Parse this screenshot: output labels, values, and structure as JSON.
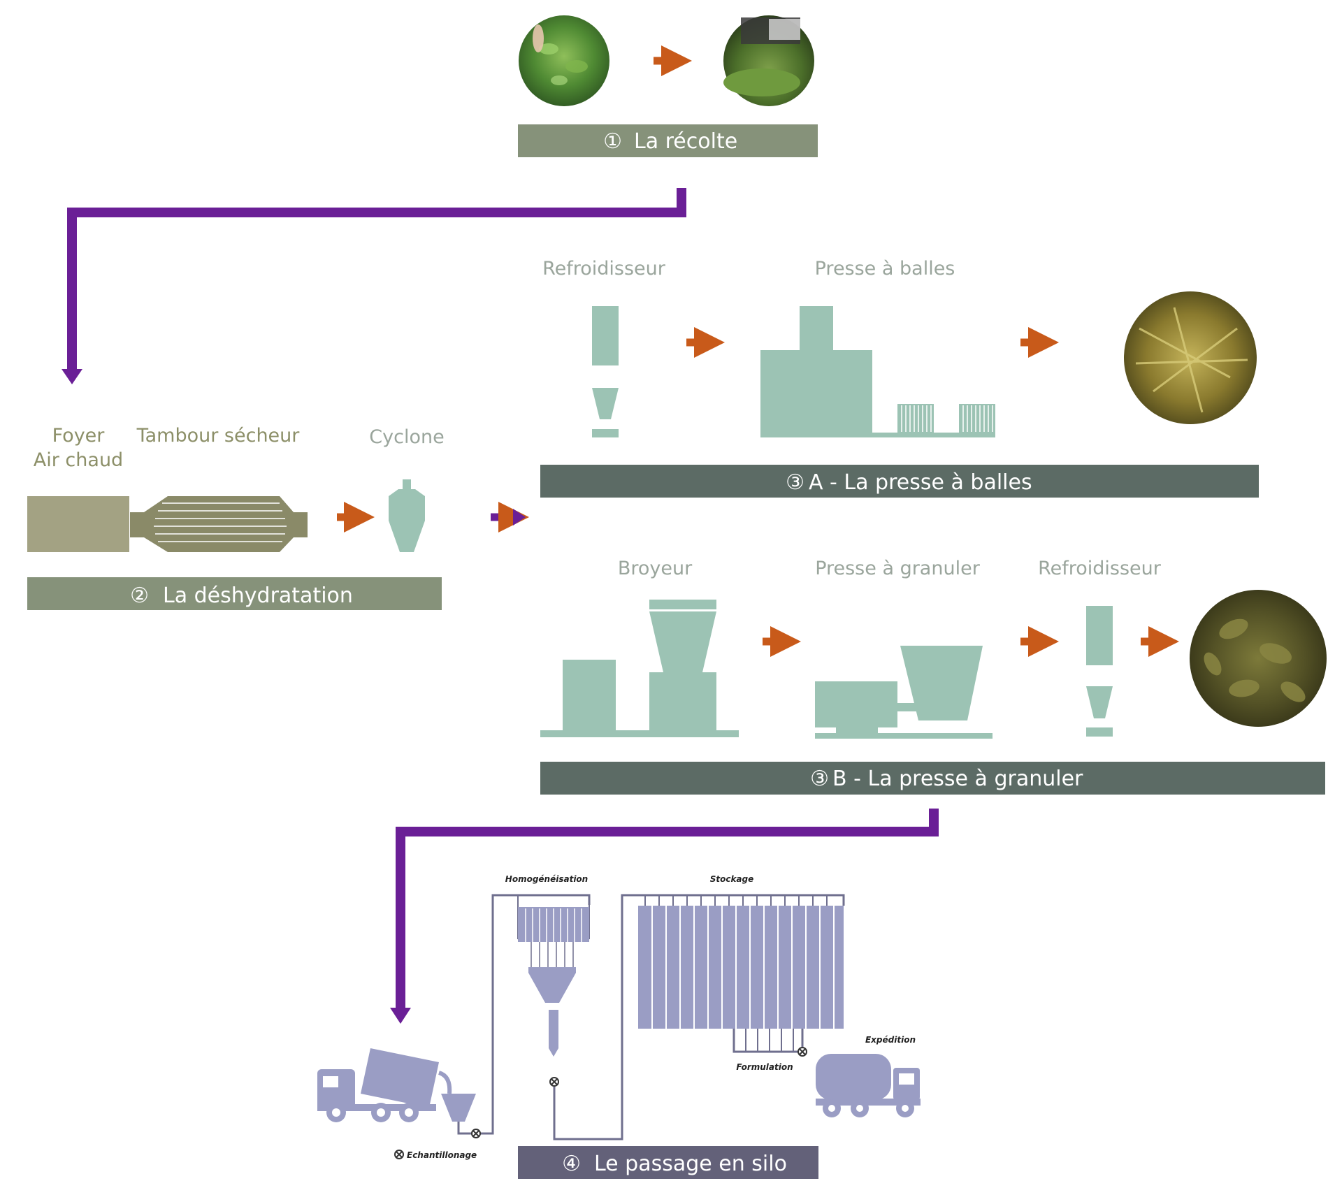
{
  "colors": {
    "mint": "#9cc3b4",
    "olive_drum": "#8a8a68",
    "olive_light": "#a3a283",
    "banner_sage": "#86927a",
    "banner_dark": "#5c6b65",
    "banner_slate": "#636179",
    "purple_line": "#6a1f96",
    "orange_arrow": "#c85a1a",
    "silo": "#9a9dc4",
    "silo_line": "#6f6f8e"
  },
  "step1": {
    "number": "①",
    "title": "La récolte",
    "images": [
      "alfalfa-photo",
      "harvest-photo"
    ]
  },
  "step2": {
    "number": "②",
    "title": "La déshydratation",
    "labels": {
      "foyer": "Foyer",
      "air_chaud": "Air chaud",
      "tambour": "Tambour sécheur",
      "cyclone": "Cyclone"
    }
  },
  "step3a": {
    "number": "③",
    "title": "A - La presse à balles",
    "labels": {
      "refroidisseur": "Refroidisseur",
      "presse_balles": "Presse à balles"
    },
    "image": "hay-bale-photo"
  },
  "step3b": {
    "number": "③",
    "title": "B - La presse à granuler",
    "labels": {
      "broyeur": "Broyeur",
      "presse_granuler": "Presse à granuler",
      "refroidisseur": "Refroidisseur"
    },
    "image": "pellets-photo"
  },
  "step4": {
    "number": "④",
    "title": "Le passage en silo",
    "labels": {
      "homogeneisation": "Homogénéisation",
      "stockage": "Stockage",
      "formulation": "Formulation",
      "expedition": "Expédition",
      "echantillonage": "Echantillonage"
    }
  }
}
